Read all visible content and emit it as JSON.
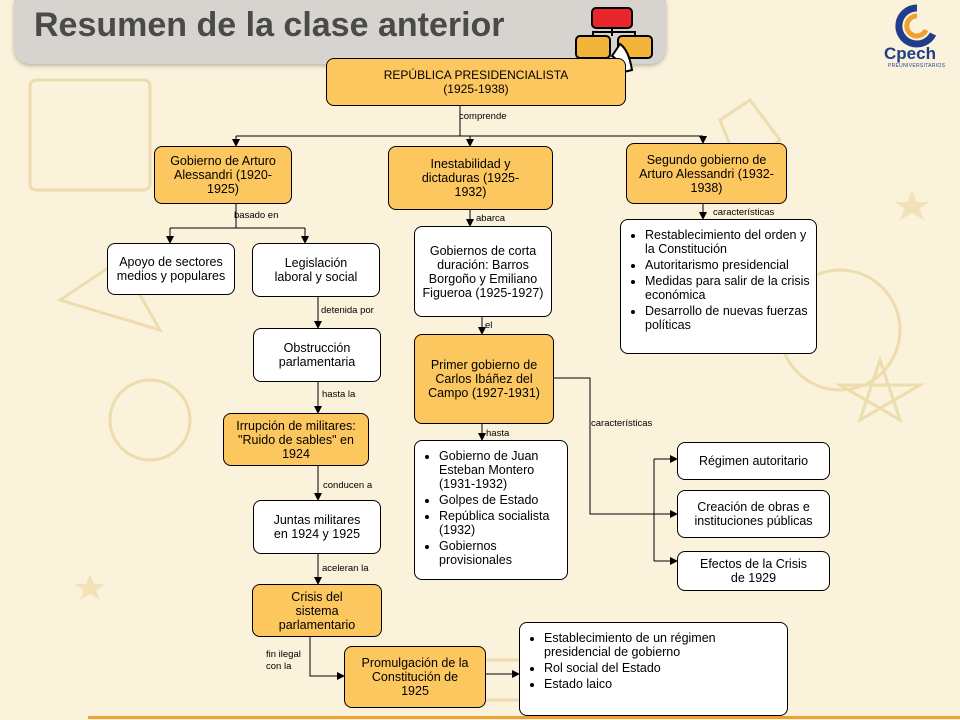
{
  "header": {
    "title": "Resumen de la clase anterior",
    "logo_text": "Cpech",
    "logo_sub": "PREUNIVERSITARIOS"
  },
  "colors": {
    "box_fill": "#fcc75e",
    "title_bar": "#d7d4cf",
    "logo": "#1f3d8a",
    "accent": "#f0a030"
  },
  "diagram": {
    "root": {
      "line1": "REPÚBLICA PRESIDENCIALISTA",
      "line2": "(1925-1938)"
    },
    "connectors": {
      "comprende": "comprende",
      "basado_en": "basado en",
      "abarca": "abarca",
      "caracteristicas_top": "características",
      "detenida_por": "detenida por",
      "el": "el",
      "hasta_la": "hasta la",
      "caracteristicas_mid": "características",
      "hasta": "hasta",
      "conducen_a": "conducen a",
      "aceleran_la": "aceleran la",
      "fin_ilegal_1": "fin ilegal",
      "fin_ilegal_2": "con la"
    },
    "boxes": {
      "alessandri1": "Gobierno de Arturo Alessandri (1920-1925)",
      "inestabilidad": "Inestabilidad y dictaduras (1925-1932)",
      "alessandri2": "Segundo gobierno de Arturo Alessandri (1932-1938)",
      "apoyo": "Apoyo de sectores medios y populares",
      "legislacion": "Legislación laboral y social",
      "gobiernos_corta": "Gobiernos de corta duración: Barros Borgoño y Emiliano Figueroa (1925-1927)",
      "obstruccion": "Obstrucción parlamentaria",
      "ibanez": "Primer gobierno de Carlos Ibáñez del Campo (1927-1931)",
      "irrupcion": "Irrupción de militares: \"Ruido de sables\" en 1924",
      "juntas": "Juntas militares en 1924 y 1925",
      "crisis": "Crisis del sistema parlamentario",
      "promulgacion": "Promulgación de la Constitución de 1925",
      "regimen": "Régimen autoritario",
      "obras": "Creación de obras e instituciones públicas",
      "efectos": "Efectos de la Crisis de 1929"
    },
    "list_alessandri2": [
      "Restablecimiento del orden y la Constitución",
      "Autoritarismo presidencial",
      "Medidas para salir de la crisis económica",
      "Desarrollo de nuevas fuerzas políticas"
    ],
    "list_hasta": [
      "Gobierno de Juan Esteban Montero (1931-1932)",
      "Golpes de Estado",
      "República socialista (1932)",
      "Gobiernos provisionales"
    ],
    "list_constitucion": [
      "Establecimiento de un régimen presidencial de gobierno",
      "Rol social del Estado",
      "Estado laico"
    ]
  }
}
